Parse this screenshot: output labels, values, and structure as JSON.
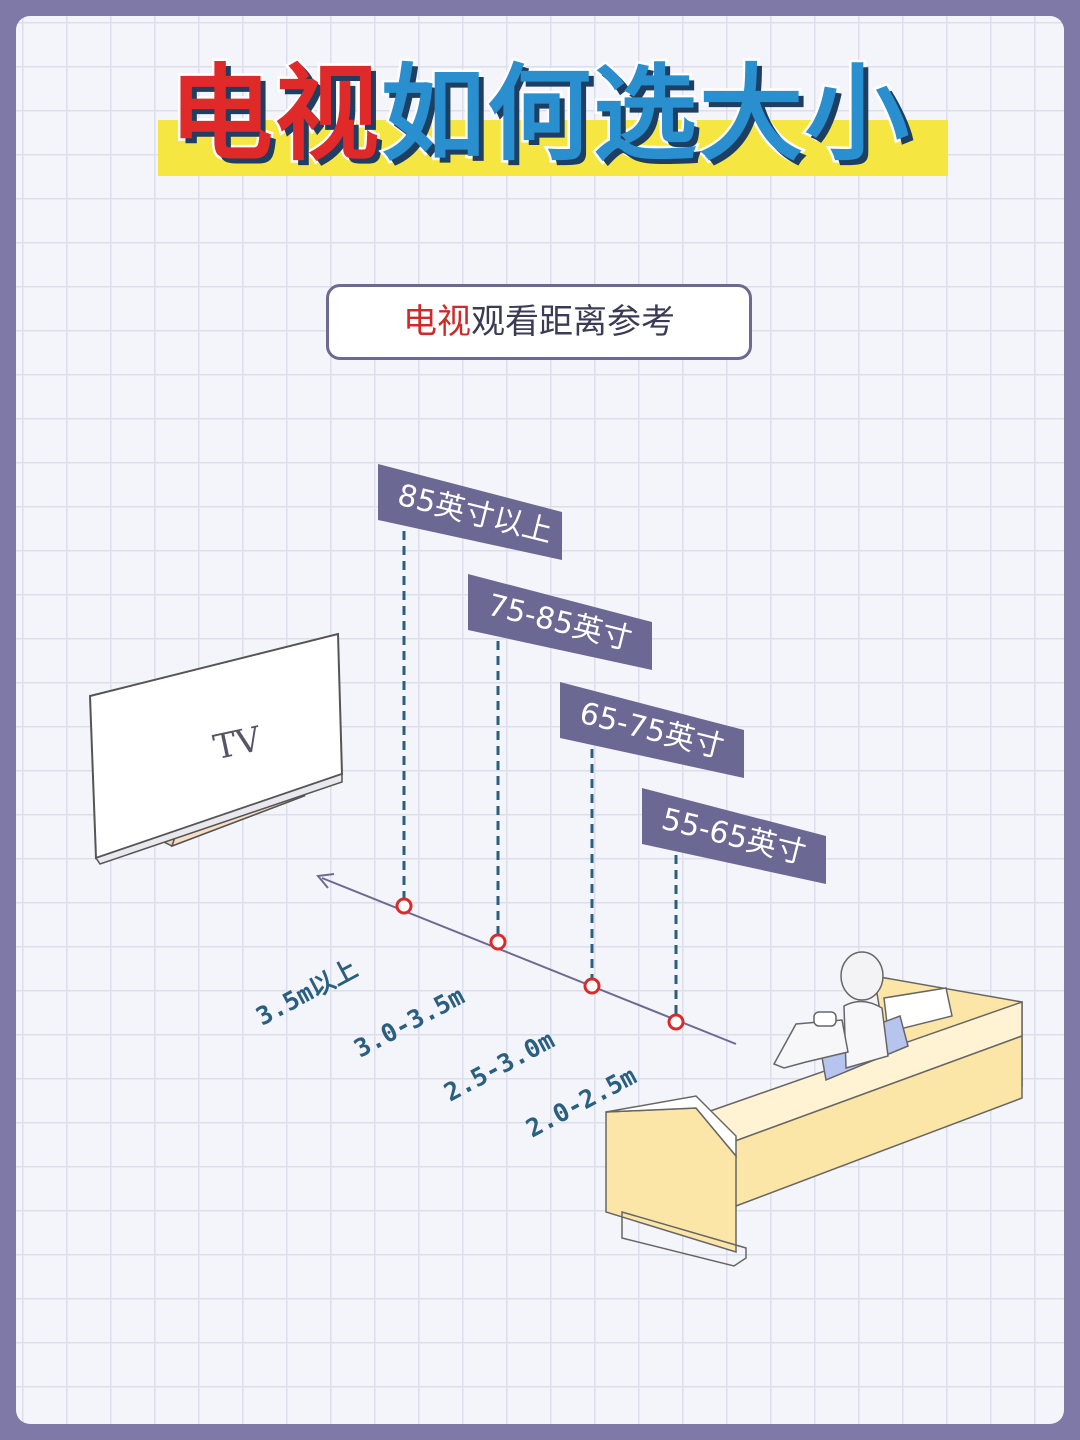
{
  "title": {
    "part_red": "电视",
    "part_blue": "如何选大小"
  },
  "subtitle": {
    "part_red": "电视",
    "part_gray": "观看距离参考"
  },
  "tv": {
    "label": "TV"
  },
  "ranges": [
    {
      "size": "85英寸以上",
      "distance": "3.5m以上"
    },
    {
      "size": "75-85英寸",
      "distance": "3.0-3.5m"
    },
    {
      "size": "65-75英寸",
      "distance": "2.5-3.0m"
    },
    {
      "size": "55-65英寸",
      "distance": "2.0-2.5m"
    }
  ],
  "colors": {
    "background_border": "#7f79a8",
    "tag": "#6b6893",
    "dashed_line": "#2a5f80",
    "marker": "#d82c2c",
    "title_red": "#e02a2a",
    "title_blue": "#2a8fcf",
    "title_highlight": "#f6e642",
    "sofa": "#fbe6a8"
  }
}
